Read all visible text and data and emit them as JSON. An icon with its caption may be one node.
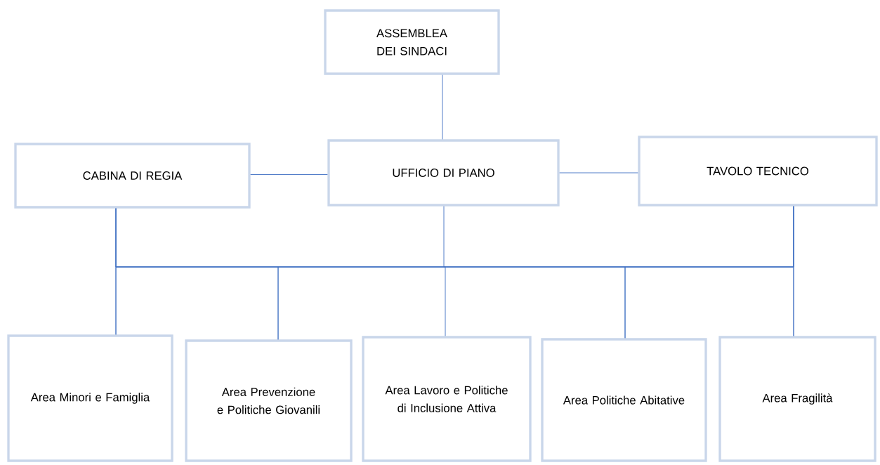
{
  "diagram": {
    "nodes": [
      {
        "text": [
          "ASSEMBLEA DEI SINDACI"
        ]
      },
      {
        "text": [
          "CABINA DI REGIA"
        ]
      },
      {
        "text": [
          "UFFICIO DI PIANO"
        ]
      },
      {
        "text": [
          "TAVOLO TECNICO"
        ]
      },
      {
        "text": [
          "Area Minori e Famiglia"
        ]
      },
      {
        "text": [
          "Area Prevenzione e Politiche Giovanili"
        ]
      },
      {
        "text": [
          "Area Lavoro e Politiche di Inclusione Attiva"
        ]
      },
      {
        "text": [
          "Area Politiche Abitative"
        ]
      },
      {
        "text": [
          "Area Fragilità"
        ]
      }
    ],
    "edges": [
      {
        "from": 0,
        "to": 2,
        "arrow": "none"
      },
      {
        "from": 1,
        "to": 2,
        "arrow": "none"
      },
      {
        "from": 2,
        "to": 3,
        "arrow": "none"
      },
      {
        "from": 1,
        "to": 4,
        "arrow": "none"
      },
      {
        "from": 1,
        "to": 5,
        "arrow": "none"
      },
      {
        "from": 1,
        "to": 7,
        "arrow": "none"
      },
      {
        "from": 1,
        "to": 8,
        "arrow": "none"
      },
      {
        "from": 3,
        "to": 4,
        "arrow": "none"
      },
      {
        "from": 3,
        "to": 5,
        "arrow": "none"
      },
      {
        "from": 3,
        "to": 7,
        "arrow": "none"
      },
      {
        "from": 3,
        "to": 8,
        "arrow": "none"
      },
      {
        "from": 2,
        "to": 6,
        "arrow": "none"
      }
    ]
  }
}
